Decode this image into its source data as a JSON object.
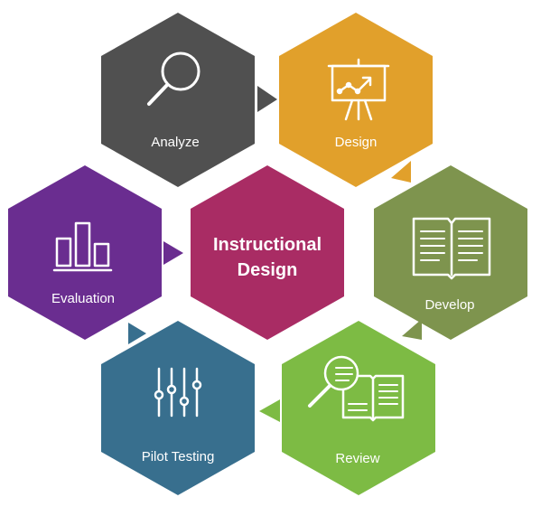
{
  "center": {
    "line1": "Instructional",
    "line2": "Design",
    "color": "#a92c64"
  },
  "stages": {
    "analyze": {
      "label": "Analyze",
      "color": "#505050",
      "icon": "magnifier-icon"
    },
    "design": {
      "label": "Design",
      "color": "#e1a02b",
      "icon": "presentation-board-icon"
    },
    "develop": {
      "label": "Develop",
      "color": "#7e944e",
      "icon": "open-book-icon"
    },
    "review": {
      "label": "Review",
      "color": "#7dbb44",
      "icon": "book-magnifier-icon"
    },
    "pilot_testing": {
      "label": "Pilot Testing",
      "color": "#386f8e",
      "icon": "sliders-icon"
    },
    "evaluation": {
      "label": "Evaluation",
      "color": "#6a2d90",
      "icon": "bar-chart-icon"
    }
  }
}
